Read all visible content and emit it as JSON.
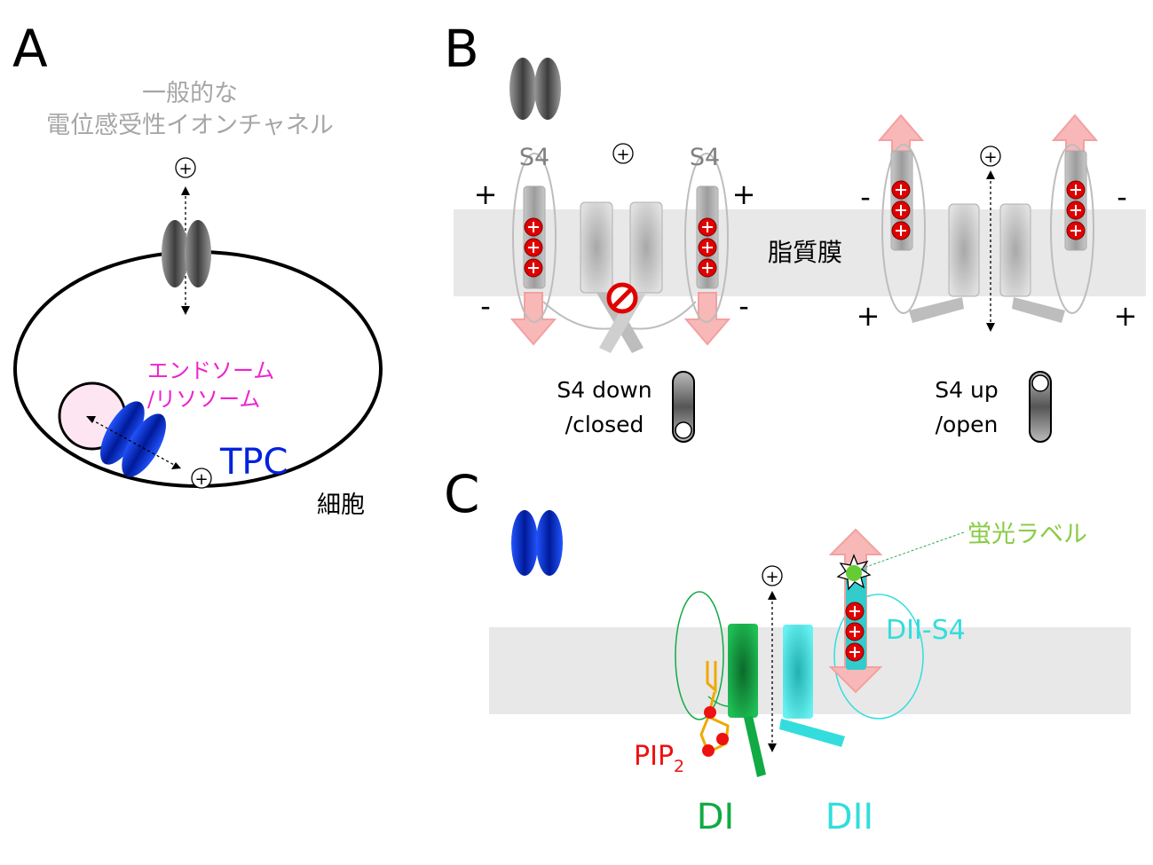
{
  "panel_a": {
    "letter": "A",
    "title_line1": "一般的な",
    "title_line2": "電位感受性イオンチャネル",
    "organelle_line1": "エンドソーム",
    "organelle_line2": "/リソソーム",
    "tpc": "TPC",
    "cell": "細胞",
    "plus": "+"
  },
  "panel_b": {
    "letter": "B",
    "s4_left": "S4",
    "s4_right": "S4",
    "membrane": "脂質膜",
    "down_line1": "S4 down",
    "down_line2": "/closed",
    "up_line1": "S4 up",
    "up_line2": "/open",
    "sign_plus": "+",
    "sign_minus": "-"
  },
  "panel_c": {
    "letter": "C",
    "label_tag": "蛍光ラベル",
    "dii_s4": "DII-S4",
    "pip": "PIP",
    "pip_sub": "2",
    "di": "DI",
    "dii": "DII",
    "plus": "+"
  },
  "colors": {
    "blue": "#0022dd",
    "magenta": "#ee22cc",
    "green": "#11aa44",
    "cyan": "#33dddd",
    "light_green": "#88cc44",
    "red": "#ee1111",
    "pink_arrow": "#f8b8b8",
    "membrane": "#e8e8e8"
  }
}
